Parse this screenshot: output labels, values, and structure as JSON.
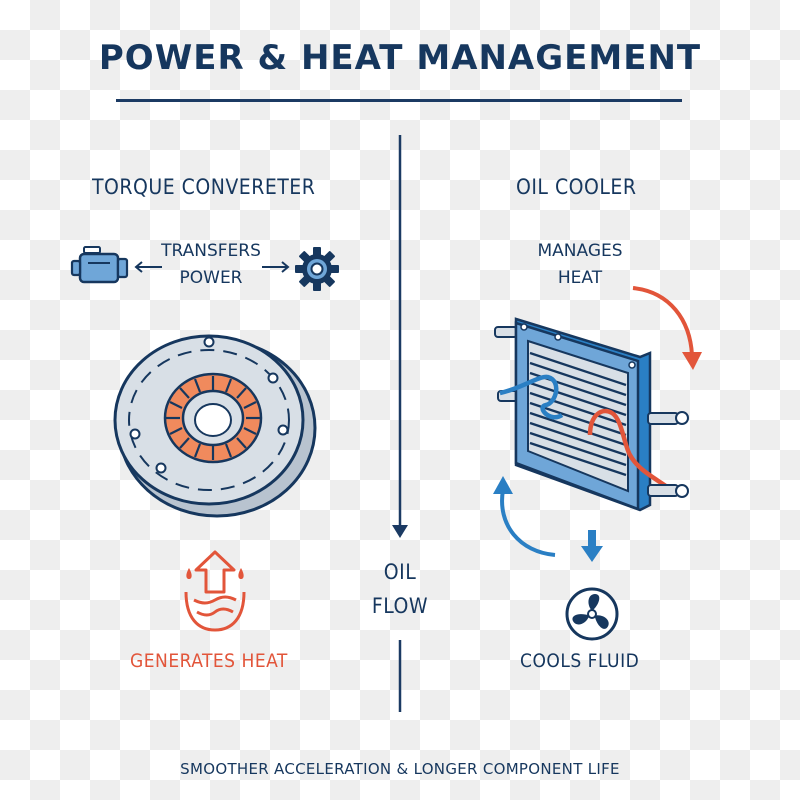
{
  "title": "POWER & HEAT MANAGEMENT",
  "left": {
    "heading": "TORQUE CONVERETER",
    "transfer_line1": "TRANSFERS",
    "transfer_line2": "POWER",
    "effect": "GENERATES HEAT",
    "icons": [
      "engine-icon",
      "gear-icon",
      "torque-converter-illustration",
      "heat-rising-icon"
    ]
  },
  "center": {
    "flow_line1": "OIL",
    "flow_line2": "FLOW"
  },
  "right": {
    "heading": "OIL COOLER",
    "manage_line1": "MANAGES",
    "manage_line2": "HEAT",
    "effect": "COOLS FLUID",
    "icons": [
      "oil-cooler-illustration",
      "fan-icon"
    ]
  },
  "footer": "SMOOTHER ACCELERATION & LONGER COMPONENT LIFE",
  "colors": {
    "navy": "#16375e",
    "hot": "#e2553a",
    "cool": "#2a7fc4"
  }
}
